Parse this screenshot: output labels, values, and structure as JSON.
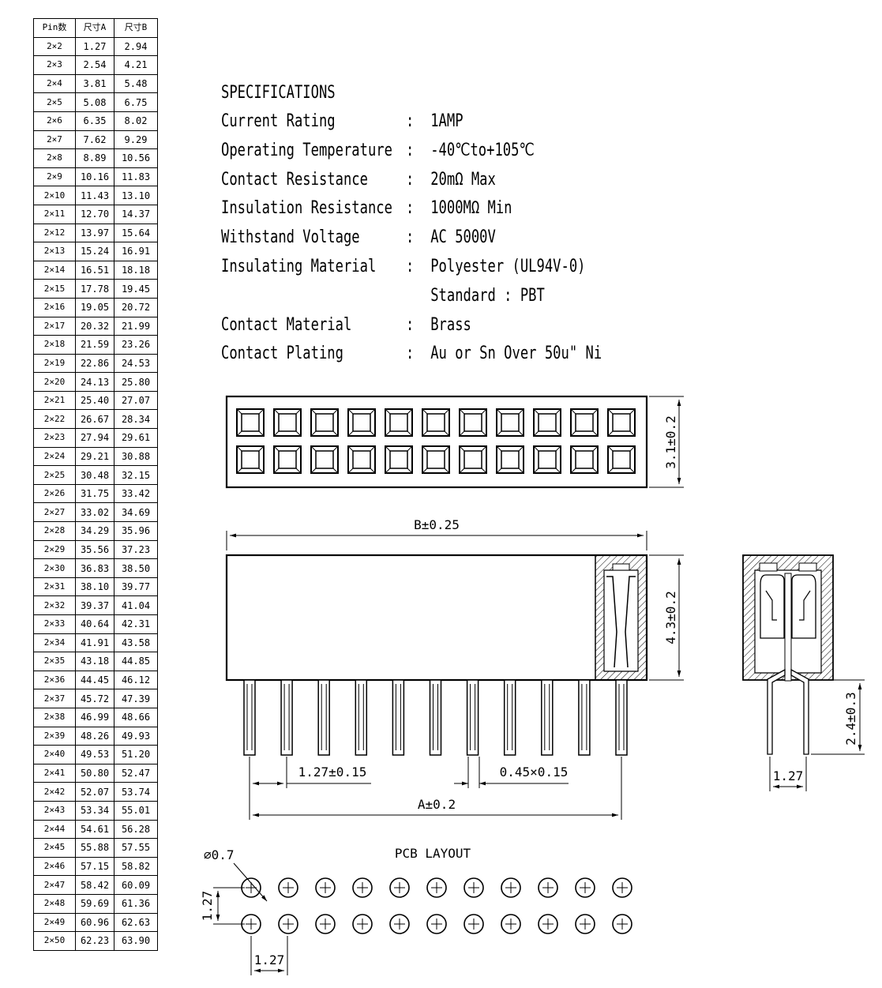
{
  "pin_table": {
    "headers": [
      "Pin数",
      "尺寸A",
      "尺寸B"
    ],
    "rows": [
      [
        "2×2",
        "1.27",
        "2.94"
      ],
      [
        "2×3",
        "2.54",
        "4.21"
      ],
      [
        "2×4",
        "3.81",
        "5.48"
      ],
      [
        "2×5",
        "5.08",
        "6.75"
      ],
      [
        "2×6",
        "6.35",
        "8.02"
      ],
      [
        "2×7",
        "7.62",
        "9.29"
      ],
      [
        "2×8",
        "8.89",
        "10.56"
      ],
      [
        "2×9",
        "10.16",
        "11.83"
      ],
      [
        "2×10",
        "11.43",
        "13.10"
      ],
      [
        "2×11",
        "12.70",
        "14.37"
      ],
      [
        "2×12",
        "13.97",
        "15.64"
      ],
      [
        "2×13",
        "15.24",
        "16.91"
      ],
      [
        "2×14",
        "16.51",
        "18.18"
      ],
      [
        "2×15",
        "17.78",
        "19.45"
      ],
      [
        "2×16",
        "19.05",
        "20.72"
      ],
      [
        "2×17",
        "20.32",
        "21.99"
      ],
      [
        "2×18",
        "21.59",
        "23.26"
      ],
      [
        "2×19",
        "22.86",
        "24.53"
      ],
      [
        "2×20",
        "24.13",
        "25.80"
      ],
      [
        "2×21",
        "25.40",
        "27.07"
      ],
      [
        "2×22",
        "26.67",
        "28.34"
      ],
      [
        "2×23",
        "27.94",
        "29.61"
      ],
      [
        "2×24",
        "29.21",
        "30.88"
      ],
      [
        "2×25",
        "30.48",
        "32.15"
      ],
      [
        "2×26",
        "31.75",
        "33.42"
      ],
      [
        "2×27",
        "33.02",
        "34.69"
      ],
      [
        "2×28",
        "34.29",
        "35.96"
      ],
      [
        "2×29",
        "35.56",
        "37.23"
      ],
      [
        "2×30",
        "36.83",
        "38.50"
      ],
      [
        "2×31",
        "38.10",
        "39.77"
      ],
      [
        "2×32",
        "39.37",
        "41.04"
      ],
      [
        "2×33",
        "40.64",
        "42.31"
      ],
      [
        "2×34",
        "41.91",
        "43.58"
      ],
      [
        "2×35",
        "43.18",
        "44.85"
      ],
      [
        "2×36",
        "44.45",
        "46.12"
      ],
      [
        "2×37",
        "45.72",
        "47.39"
      ],
      [
        "2×38",
        "46.99",
        "48.66"
      ],
      [
        "2×39",
        "48.26",
        "49.93"
      ],
      [
        "2×40",
        "49.53",
        "51.20"
      ],
      [
        "2×41",
        "50.80",
        "52.47"
      ],
      [
        "2×42",
        "52.07",
        "53.74"
      ],
      [
        "2×43",
        "53.34",
        "55.01"
      ],
      [
        "2×44",
        "54.61",
        "56.28"
      ],
      [
        "2×45",
        "55.88",
        "57.55"
      ],
      [
        "2×46",
        "57.15",
        "58.82"
      ],
      [
        "2×47",
        "58.42",
        "60.09"
      ],
      [
        "2×48",
        "59.69",
        "61.36"
      ],
      [
        "2×49",
        "60.96",
        "62.63"
      ],
      [
        "2×50",
        "62.23",
        "63.90"
      ]
    ]
  },
  "specifications": {
    "title": "SPECIFICATIONS",
    "items": [
      {
        "label": "Current Rating",
        "sep": ":",
        "value": "1AMP"
      },
      {
        "label": "Operating Temperature",
        "sep": ":",
        "value": "-40℃to+105℃"
      },
      {
        "label": "Contact Resistance",
        "sep": ":",
        "value": "20mΩ Max"
      },
      {
        "label": "Insulation Resistance",
        "sep": ":",
        "value": "1000MΩ Min"
      },
      {
        "label": "Withstand Voltage",
        "sep": ":",
        "value": "AC 5000V"
      },
      {
        "label": "Insulating Material",
        "sep": ":",
        "value": "Polyester (UL94V-0)"
      },
      {
        "label": "",
        "sep": "",
        "value": "Standard : PBT"
      },
      {
        "label": "Contact Material",
        "sep": ":",
        "value": "Brass"
      },
      {
        "label": "Contact Plating",
        "sep": ":",
        "value": "Au or Sn Over 50u\" Ni"
      }
    ]
  },
  "dimensions": {
    "top_height": "3.1±0.2",
    "overall_length": "B±0.25",
    "body_height": "4.3±0.2",
    "pin_pitch": "1.27±0.15",
    "pin_size": "0.45×0.15",
    "pin_span": "A±0.2",
    "tail_length": "2.4±0.3",
    "side_pitch": "1.27"
  },
  "pcb_layout": {
    "title": "PCB LAYOUT",
    "hole_diameter": "∅0.7",
    "row_pitch": "1.27",
    "col_pitch": "1.27"
  }
}
